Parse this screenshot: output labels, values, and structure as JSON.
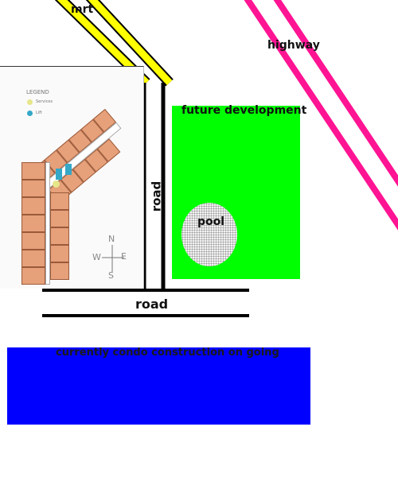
{
  "labels": {
    "mrt": "mrt",
    "highway": "highway",
    "road_vertical": "road",
    "road_horizontal": "road",
    "future_development": "future development",
    "pool": "pool",
    "condo_construction": "currently condo construction on going"
  },
  "floorplan": {
    "legend_title": "LEGEND",
    "legend_items": [
      {
        "label": "Services",
        "color": "#e6e68a"
      },
      {
        "label": "Lift",
        "color": "#35a7c7"
      }
    ],
    "compass": {
      "n": "N",
      "s": "S",
      "e": "E",
      "w": "W"
    }
  },
  "colors": {
    "mrt_track": "#ffff00",
    "highway": "#ff1493",
    "future_development": "#00ff00",
    "condo_construction": "#0000ff",
    "road": "#000000"
  }
}
